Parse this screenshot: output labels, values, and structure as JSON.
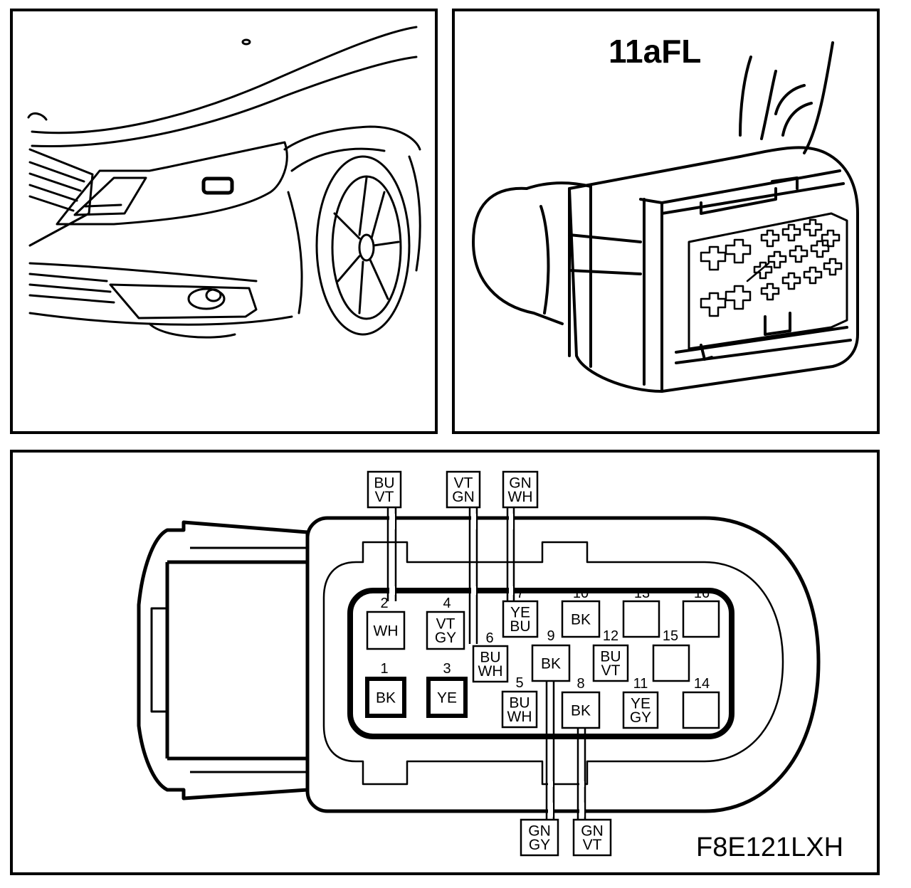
{
  "connector_label": "11aFL",
  "figure_code": "F8E121LXH",
  "pins": [
    {
      "num": "1",
      "color": "BK"
    },
    {
      "num": "2",
      "color": "WH"
    },
    {
      "num": "3",
      "color": "YE"
    },
    {
      "num": "4",
      "color": "VT GY"
    },
    {
      "num": "5",
      "color": "BU WH"
    },
    {
      "num": "6",
      "color": "BU WH"
    },
    {
      "num": "7",
      "color": "YE BU"
    },
    {
      "num": "8",
      "color": "BK"
    },
    {
      "num": "9",
      "color": "BK"
    },
    {
      "num": "10",
      "color": "BK"
    },
    {
      "num": "11",
      "color": "YE GY"
    },
    {
      "num": "12",
      "color": "BU VT"
    },
    {
      "num": "13",
      "color": ""
    },
    {
      "num": "14",
      "color": ""
    },
    {
      "num": "15",
      "color": ""
    },
    {
      "num": "16",
      "color": ""
    }
  ],
  "wire_tags": [
    {
      "color": "BU VT"
    },
    {
      "color": "VT GN"
    },
    {
      "color": "GN WH"
    },
    {
      "color": "GN GY"
    },
    {
      "color": "GN VT"
    }
  ]
}
